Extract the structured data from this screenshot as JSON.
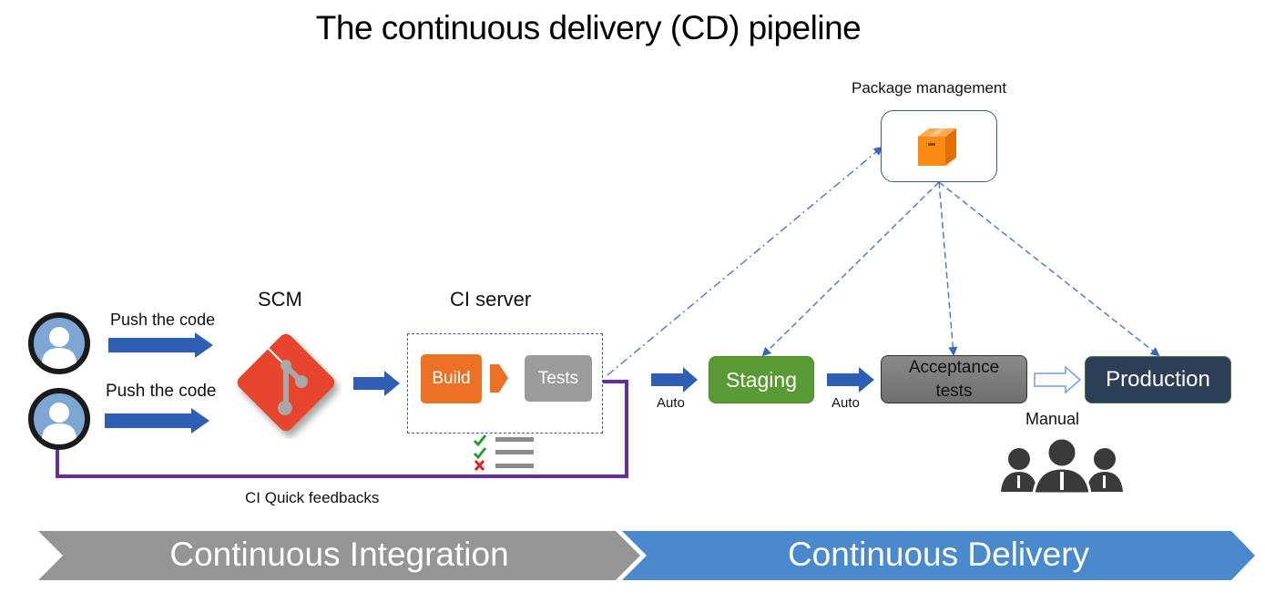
{
  "title": "The continuous delivery (CD) pipeline",
  "developers": [
    {
      "icon": "user-avatar-icon",
      "action_label": "Push the code"
    },
    {
      "icon": "user-avatar-icon",
      "action_label": "Push the code"
    }
  ],
  "scm": {
    "label": "SCM",
    "icon": "git-logo-icon"
  },
  "ci_server": {
    "label": "CI server",
    "steps": [
      "Build",
      "Tests"
    ],
    "results": [
      {
        "status": "pass",
        "icon": "check-icon"
      },
      {
        "status": "pass",
        "icon": "check-icon"
      },
      {
        "status": "fail",
        "icon": "cross-icon"
      }
    ]
  },
  "feedback_label": "CI Quick feedbacks",
  "package_management": {
    "label": "Package management",
    "icon": "package-box-icon"
  },
  "stages": {
    "staging": "Staging",
    "acceptance_line1": "Acceptance",
    "acceptance_line2": "tests",
    "production": "Production"
  },
  "transitions": {
    "to_staging": "Auto",
    "to_acceptance": "Auto",
    "to_production": "Manual"
  },
  "manual_icon": "team-people-icon",
  "phases": [
    {
      "label": "Continuous Integration",
      "color": "#959595"
    },
    {
      "label": "Continuous Delivery",
      "color": "#4A89CC"
    }
  ],
  "colors": {
    "arrow_blue": "#2F5FB3",
    "feedback_purple": "#6A2E9A",
    "build_orange": "#ED7125",
    "tests_gray": "#9B9B9B",
    "staging_green": "#5A9A34",
    "production_navy": "#2D3E57",
    "git_red": "#E8442E"
  }
}
